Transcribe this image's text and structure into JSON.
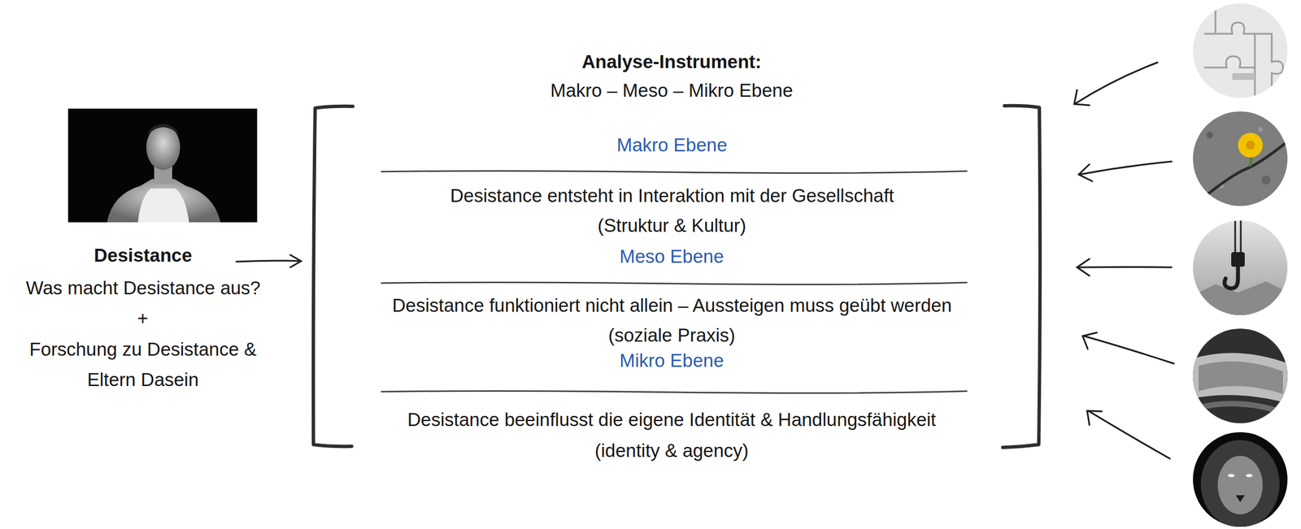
{
  "diagram": {
    "labels": [
      "Desistance",
      "Was macht Desistance aus?",
      "+",
      "Forschung zu Desistance & Eltern Dasein",
      "Analyse-Instrument:",
      "Makro – Meso – Mikro Ebene",
      "Makro Ebene",
      "Desistance entsteht in Interaktion mit der Gesellschaft",
      "(Struktur & Kultur)",
      "Meso Ebene",
      "Desistance funktioniert nicht allein – Aussteigen muss geübt werden",
      "(soziale Praxis)",
      "Mikro Ebene",
      "Desistance beeinflusst die eigene Identität & Handlungsfähigkeit",
      "(identity & agency)"
    ]
  }
}
